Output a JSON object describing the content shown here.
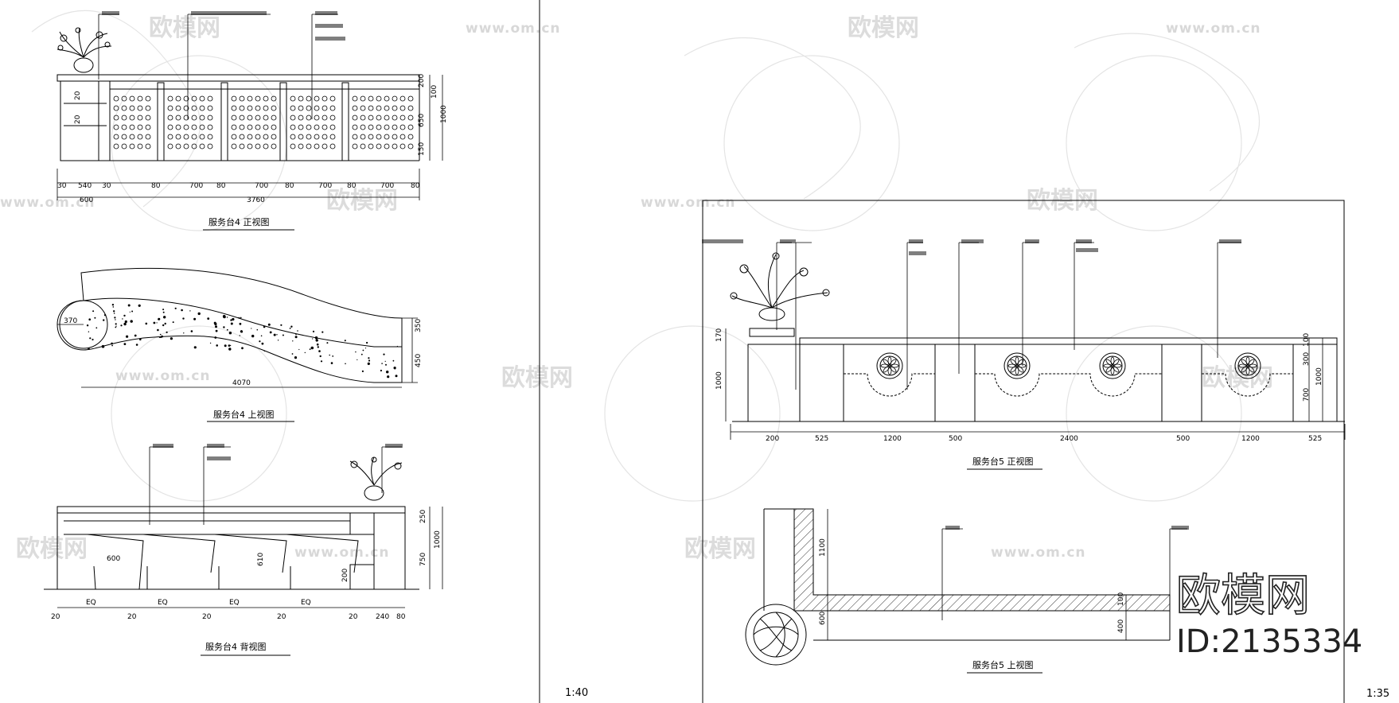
{
  "left_sheet": {
    "scale": "1:40",
    "front_view": {
      "title": "服务台4 正视图",
      "dims_bottom": [
        "30",
        "540",
        "30",
        "80",
        "700",
        "80",
        "700",
        "80",
        "700",
        "80",
        "700",
        "80"
      ],
      "dims_total": [
        "600",
        "3760"
      ],
      "dims_side": [
        "200",
        "100",
        "650",
        "150",
        "1000"
      ],
      "dims_inner": [
        "20",
        "20"
      ]
    },
    "top_view": {
      "title": "服务台4 上视图",
      "dims": [
        "370",
        "4070",
        "350",
        "450"
      ]
    },
    "back_view": {
      "title": "服务台4 背视图",
      "bays": [
        "EQ",
        "EQ",
        "EQ",
        "EQ"
      ],
      "dims_bottom": [
        "20",
        "20",
        "20",
        "20",
        "20",
        "240",
        "80"
      ],
      "dims_side": [
        "250",
        "750",
        "1000"
      ],
      "dims_inner": [
        "600",
        "610",
        "200"
      ]
    }
  },
  "right_sheet": {
    "scale": "1:35",
    "front_view": {
      "title": "服务台5 正视图",
      "dims_bottom": [
        "200",
        "525",
        "1200",
        "500",
        "2400",
        "500",
        "1200",
        "525"
      ],
      "dims_side_left": [
        "170",
        "1000"
      ],
      "dims_side_right": [
        "100",
        "300",
        "700",
        "1000"
      ]
    },
    "top_view": {
      "title": "服务台5 上视图",
      "dims": [
        "1100",
        "600",
        "100",
        "400"
      ]
    }
  },
  "watermark": {
    "brand": "欧模网",
    "url": "www.om.cn",
    "id": "ID:2135334"
  },
  "colors": {
    "line": "#000000",
    "watermark": "#d8d8d8",
    "background": "#ffffff"
  }
}
